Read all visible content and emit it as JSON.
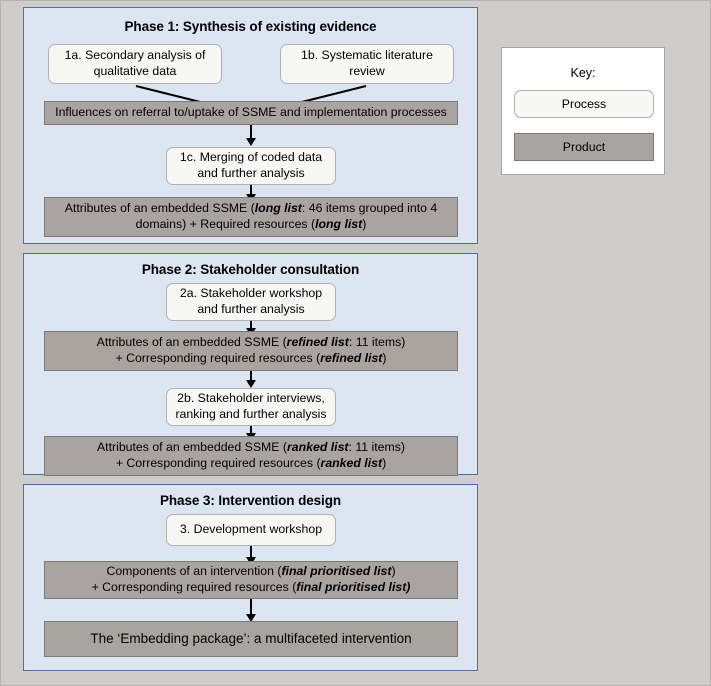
{
  "diagram": {
    "title_hidden": "",
    "colors": {
      "canvas_background": "#cfcdcb",
      "phase_background": "#dce6f2",
      "phase_border": "#4573a7",
      "process_fill": "#f7f7f5",
      "process_border": "#b3b0ad",
      "product_fill": "#a9a49f",
      "product_border": "#7d7975",
      "key_background": "#ffffff",
      "arrow": "#000000"
    }
  },
  "phases": [
    {
      "id": "phase-1",
      "title": "Phase 1: Synthesis of existing evidence",
      "nodes": [
        {
          "id": "1a",
          "type": "process",
          "text": "1a. Secondary analysis of\nqualitative data"
        },
        {
          "id": "1b",
          "type": "process",
          "text": "1b. Systematic literature\nreview"
        },
        {
          "id": "p1-influences",
          "type": "product",
          "text": "Influences on referral to/uptake of SSME and implementation processes"
        },
        {
          "id": "1c",
          "type": "process",
          "text": "1c. Merging of coded data\nand further analysis"
        },
        {
          "id": "p1-attributes",
          "type": "product",
          "html": "Attributes of an embedded SSME (<em>long list</em>: 46 items grouped into 4 domains) + Required resources (<em>long list</em>)",
          "text": "Attributes of an embedded SSME (long list: 46 items grouped into 4 domains) + Required resources (long list)"
        }
      ]
    },
    {
      "id": "phase-2",
      "title": "Phase 2: Stakeholder consultation",
      "nodes": [
        {
          "id": "2a",
          "type": "process",
          "text": "2a. Stakeholder workshop\nand further analysis"
        },
        {
          "id": "p2-refined",
          "type": "product",
          "html": "Attributes of an embedded SSME (<em>refined list</em>: 11 items)<br>+ Corresponding required resources (<em>refined list</em>)",
          "text": "Attributes of an embedded SSME (refined list: 11 items) + Corresponding required resources (refined list)"
        },
        {
          "id": "2b",
          "type": "process",
          "text": "2b. Stakeholder interviews,\nranking and further analysis"
        },
        {
          "id": "p2-ranked",
          "type": "product",
          "html": "Attributes of an embedded SSME (<em>ranked list</em>: 11 items)<br>+ Corresponding required resources (<em>ranked list</em>)",
          "text": "Attributes of an embedded SSME (ranked list: 11 items) + Corresponding required resources (ranked list)"
        }
      ]
    },
    {
      "id": "phase-3",
      "title": "Phase 3: Intervention design",
      "nodes": [
        {
          "id": "3",
          "type": "process",
          "text": "3. Development workshop"
        },
        {
          "id": "p3-components",
          "type": "product",
          "html": "Components of an intervention (<em>final prioritised list</em>)<br>+ Corresponding required resources (<em>final prioritised list)</em>",
          "text": "Components of an intervention (final prioritised list) + Corresponding required resources (final prioritised list)"
        },
        {
          "id": "p3-package",
          "type": "product",
          "text": "The ‘Embedding package’: a multifaceted intervention"
        }
      ]
    }
  ],
  "key": {
    "title": "Key:",
    "process_label": "Process",
    "product_label": "Product"
  }
}
